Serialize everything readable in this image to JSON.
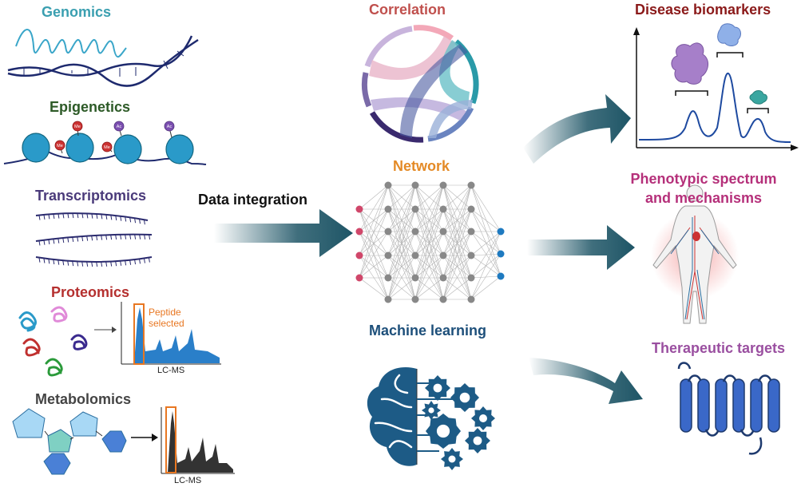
{
  "omics": {
    "genomics": "Genomics",
    "epigenetics": "Epigenetics",
    "transcriptomics": "Transcriptomics",
    "proteomics": "Proteomics",
    "metabolomics": "Metabolomics"
  },
  "proteomics_panel": {
    "peptide_line1": "Peptide",
    "peptide_line2": "selected",
    "axis": "LC-MS"
  },
  "metabolomics_panel": {
    "axis": "LC-MS"
  },
  "epigenetic_marks": {
    "me": "Me",
    "ac": "Ac"
  },
  "integration": {
    "label": "Data integration"
  },
  "methods": {
    "correlation": "Correlation",
    "network": "Network",
    "ml": "Machine learning"
  },
  "outcomes": {
    "biomarkers": "Disease biomarkers",
    "phenotype_line1": "Phenotypic spectrum",
    "phenotype_line2": "and mechanisms",
    "targets": "Therapeutic targets"
  },
  "colors": {
    "genomics": "#3a9fb0",
    "epigenetics": "#2d5a27",
    "transcriptomics": "#4a3a7a",
    "proteomics": "#b5302f",
    "metabolomics": "#444444",
    "correlation": "#c0504d",
    "network": "#e48a26",
    "ml": "#1d4f7a",
    "biomarkers": "#8b1a1a",
    "phenotype": "#b5307a",
    "targets": "#9a4fa0",
    "arrow": "#1e5566",
    "highlight": "#e87722"
  }
}
